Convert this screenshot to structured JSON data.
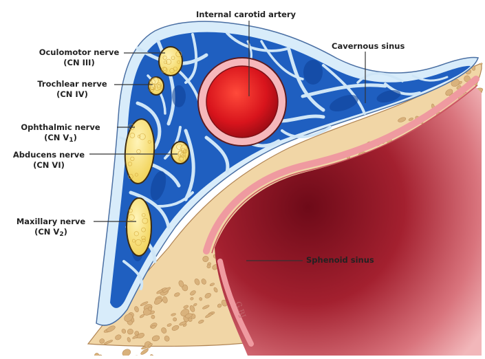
{
  "figure": {
    "labels": {
      "oculomotor": {
        "name": "Oculomotor nerve",
        "abbr": "(CN III)"
      },
      "trochlear": {
        "name": "Trochlear nerve",
        "abbr": "(CN IV)"
      },
      "ophthalmic": {
        "name": "Ophthalmic nerve",
        "abbr_prefix": "(CN V",
        "abbr_sub": "1",
        "abbr_suffix": ")"
      },
      "abducens": {
        "name": "Abducens nerve",
        "abbr": "(CN VI)"
      },
      "maxillary": {
        "name": "Maxillary nerve",
        "abbr_prefix": "(CN V",
        "abbr_sub": "2",
        "abbr_suffix": ")"
      },
      "carotid": {
        "name": "Internal carotid artery"
      },
      "cavernous": {
        "name": "Cavernous sinus"
      },
      "sphenoid": {
        "name": "Sphenoid sinus"
      }
    },
    "signature": "G.BJ",
    "colors": {
      "sinus_blue": "#1f5fc0",
      "sinus_dark": "#0d3e94",
      "trabecula": "#cfe6f7",
      "bone": "#f1d6a6",
      "bone_pore": "#d9b27c",
      "nerve": "#f8e27a",
      "artery_red": "#d4141c",
      "artery_wall": "#f4a9ae",
      "mucosa": "#e98a8f",
      "sinus_cavity": "#a31c2a"
    }
  }
}
